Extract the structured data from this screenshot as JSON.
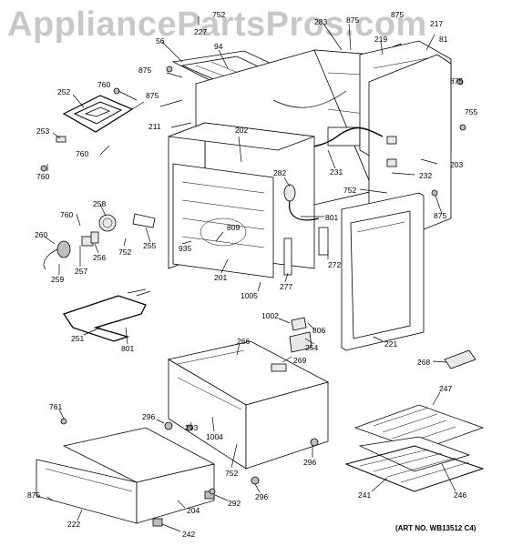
{
  "watermark": "AppliancePartsPros.com",
  "art_number": "(ART NO. WB13512 C4)",
  "callouts": [
    {
      "id": "c752a",
      "label": "752"
    },
    {
      "id": "c227",
      "label": "227"
    },
    {
      "id": "c56",
      "label": "56"
    },
    {
      "id": "c94",
      "label": "94"
    },
    {
      "id": "c283",
      "label": "283"
    },
    {
      "id": "c875a",
      "label": "875"
    },
    {
      "id": "c875b",
      "label": "875"
    },
    {
      "id": "c219",
      "label": "219"
    },
    {
      "id": "c217",
      "label": "217"
    },
    {
      "id": "c81",
      "label": "81"
    },
    {
      "id": "c875c",
      "label": "875"
    },
    {
      "id": "c760a",
      "label": "760"
    },
    {
      "id": "c252",
      "label": "252"
    },
    {
      "id": "c875d",
      "label": "875"
    },
    {
      "id": "c875e",
      "label": "875"
    },
    {
      "id": "c755",
      "label": "755"
    },
    {
      "id": "c211",
      "label": "211"
    },
    {
      "id": "c202",
      "label": "202"
    },
    {
      "id": "c253",
      "label": "253"
    },
    {
      "id": "c760b",
      "label": "760"
    },
    {
      "id": "c760c",
      "label": "760"
    },
    {
      "id": "c203",
      "label": "203"
    },
    {
      "id": "c231",
      "label": "231"
    },
    {
      "id": "c232",
      "label": "232"
    },
    {
      "id": "c282",
      "label": "282"
    },
    {
      "id": "c752b",
      "label": "752"
    },
    {
      "id": "c258",
      "label": "258"
    },
    {
      "id": "c801a",
      "label": "801"
    },
    {
      "id": "c875f",
      "label": "875"
    },
    {
      "id": "c760d",
      "label": "760"
    },
    {
      "id": "c809",
      "label": "809"
    },
    {
      "id": "c260",
      "label": "260"
    },
    {
      "id": "c256",
      "label": "256"
    },
    {
      "id": "c752c",
      "label": "752"
    },
    {
      "id": "c255",
      "label": "255"
    },
    {
      "id": "c935",
      "label": "935"
    },
    {
      "id": "c259",
      "label": "259"
    },
    {
      "id": "c257",
      "label": "257"
    },
    {
      "id": "c201",
      "label": "201"
    },
    {
      "id": "c272",
      "label": "272"
    },
    {
      "id": "c277",
      "label": "277"
    },
    {
      "id": "c1005",
      "label": "1005"
    },
    {
      "id": "c1002",
      "label": "1002"
    },
    {
      "id": "c806",
      "label": "806"
    },
    {
      "id": "c251",
      "label": "251"
    },
    {
      "id": "c801b",
      "label": "801"
    },
    {
      "id": "c254",
      "label": "254"
    },
    {
      "id": "c266",
      "label": "266"
    },
    {
      "id": "c269",
      "label": "269"
    },
    {
      "id": "c221",
      "label": "221"
    },
    {
      "id": "c268",
      "label": "268"
    },
    {
      "id": "c761",
      "label": "761"
    },
    {
      "id": "c296a",
      "label": "296"
    },
    {
      "id": "c293",
      "label": "293"
    },
    {
      "id": "c1004",
      "label": "1004"
    },
    {
      "id": "c247",
      "label": "247"
    },
    {
      "id": "c296b",
      "label": "296"
    },
    {
      "id": "c752d",
      "label": "752"
    },
    {
      "id": "c875g",
      "label": "875"
    },
    {
      "id": "c296c",
      "label": "296"
    },
    {
      "id": "c292",
      "label": "292"
    },
    {
      "id": "c241",
      "label": "241"
    },
    {
      "id": "c246",
      "label": "246"
    },
    {
      "id": "c222",
      "label": "222"
    },
    {
      "id": "c204",
      "label": "204"
    },
    {
      "id": "c242",
      "label": "242"
    }
  ]
}
